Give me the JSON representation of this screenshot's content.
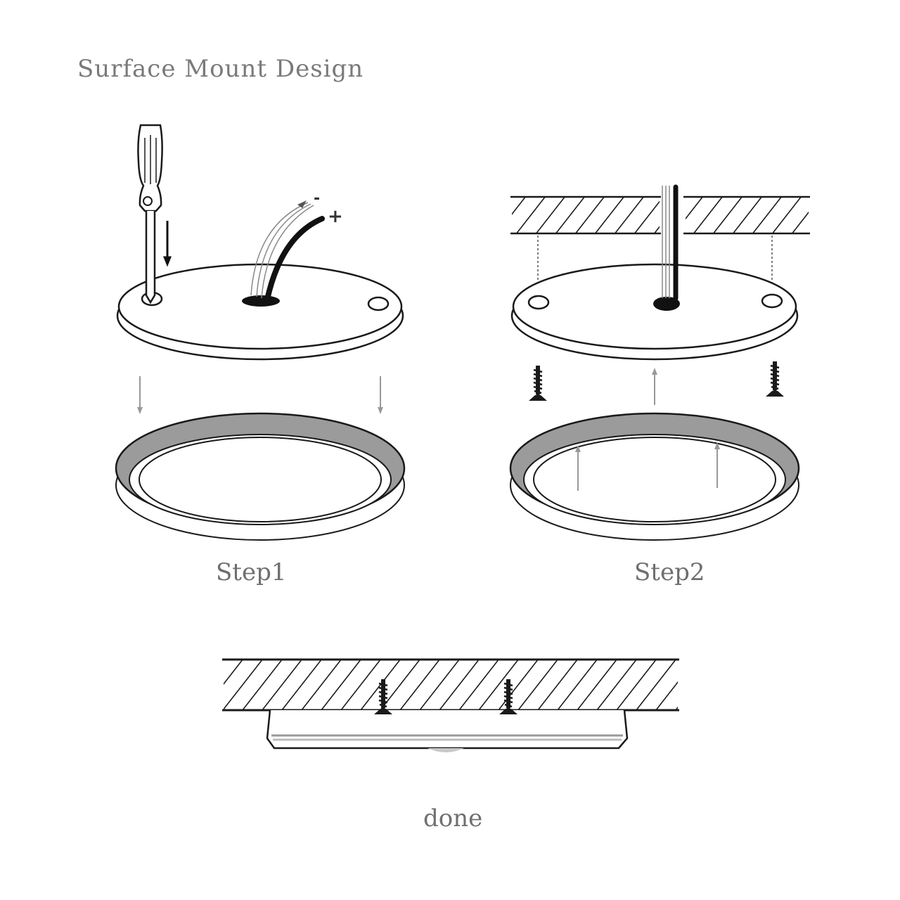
{
  "title": "Surface Mount Design",
  "steps": [
    {
      "label": "Step1"
    },
    {
      "label": "Step2"
    },
    {
      "label": "done"
    }
  ],
  "wire_labels": {
    "negative": "-",
    "positive": "+"
  },
  "icons": [
    "screwdriver-icon",
    "screw-icon",
    "arrow-icon"
  ],
  "colors": {
    "line": "#1a1a1a",
    "ring": "#999999",
    "arrow": "#999999",
    "text": "#777777"
  }
}
